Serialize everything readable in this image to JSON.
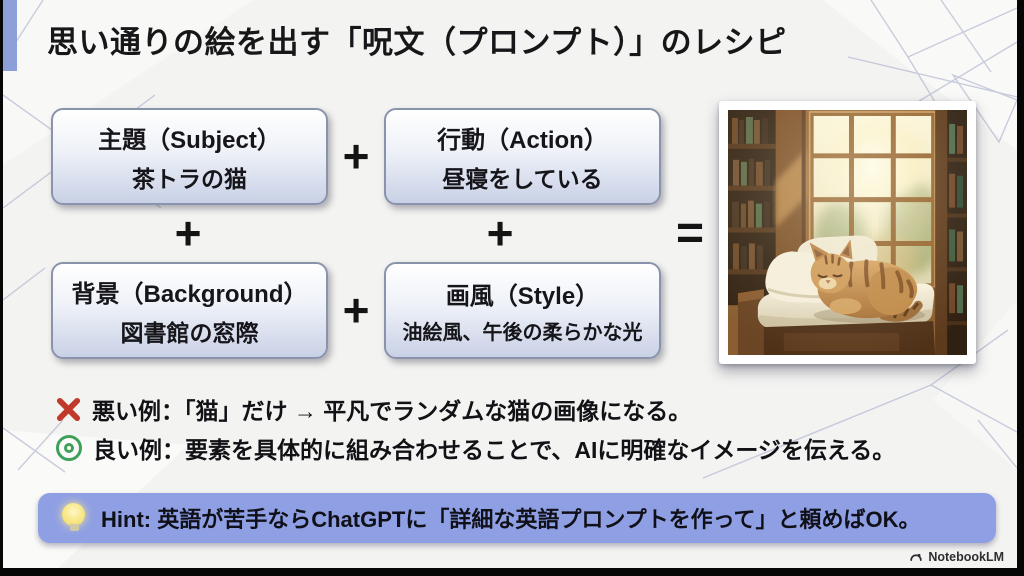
{
  "title": "思い通りの絵を出す「呪文（プロンプト）」のレシピ",
  "recipe": {
    "boxes": [
      {
        "label": "主題（Subject）",
        "value": "茶トラの猫"
      },
      {
        "label": "行動（Action）",
        "value": "昼寝をしている"
      },
      {
        "label": "背景（Background）",
        "value": "図書館の窓際"
      },
      {
        "label": "画風（Style）",
        "value": "油絵風、午後の柔らかな光"
      }
    ],
    "operators": {
      "plus": "+",
      "equals": "="
    }
  },
  "examples": [
    {
      "marker_icon": "cross-mark-icon",
      "marker_color": "#c0392b",
      "text": "悪い例：「猫」だけ → 平凡でランダムな猫の画像になる。"
    },
    {
      "marker_icon": "double-circle-icon",
      "marker_color": "#3fa05a",
      "text": "良い例：要素を具体的に組み合わせることで、AIに明確なイメージを伝える。"
    }
  ],
  "hint": {
    "icon": "light-bulb-icon",
    "text": "Hint: 英語が苦手ならChatGPTに「詳細な英語プロンプトを作って」と頼めばOK。"
  },
  "watermark": {
    "icon": "notebooklm-logo-icon",
    "label": "NotebookLM"
  },
  "colors": {
    "title_accent_bar": "#8c9fd9",
    "hint_background": "#8f9fe4",
    "bad_mark": "#c0392b",
    "good_mark": "#3fa05a"
  }
}
